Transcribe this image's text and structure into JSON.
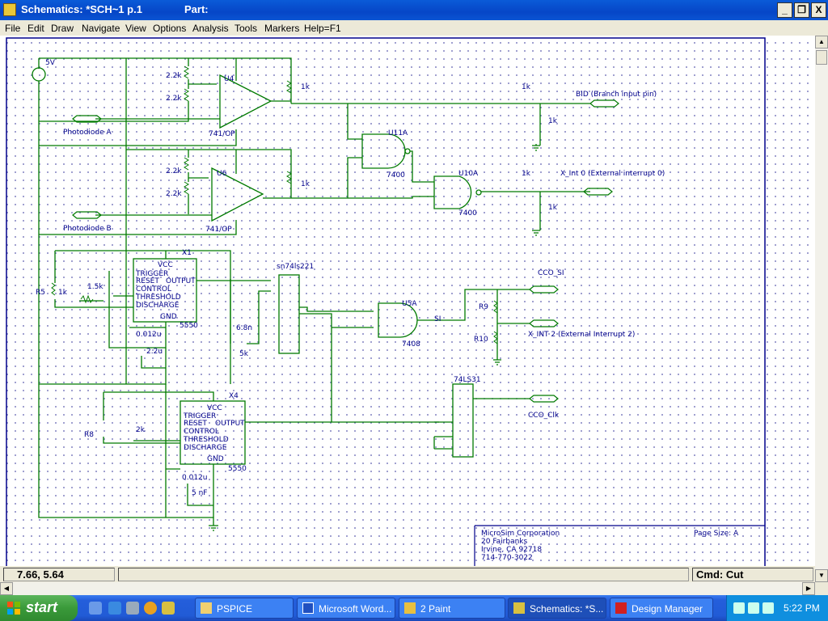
{
  "window": {
    "title": "Schematics: *SCH~1  p.1",
    "part_label": "Part:",
    "minimize_glyph": "_",
    "restore_glyph": "❐",
    "close_glyph": "X"
  },
  "menu": [
    "File",
    "Edit",
    "Draw",
    "Navigate",
    "View",
    "Options",
    "Analysis",
    "Tools",
    "Markers",
    "Help=F1"
  ],
  "schematic": {
    "supply": "5V",
    "labels": {
      "u4": "U4",
      "u6": "U6",
      "opamp_part": "741/OP",
      "u11a": "U11A",
      "u10a": "U10A",
      "u5a": "U5A",
      "x1": "X1",
      "x4": "X4",
      "nand_part": "7400",
      "and_part": "7408",
      "mono_part": "sn74ls221",
      "timer_part": "5550",
      "buffer_part": "74LS31",
      "photodiode_a": "Photodiode A",
      "photodiode_b": "Photodiode B",
      "bid": "BID (Branch input pin)",
      "x_int0": "X_Int 0 (External interrupt 0)",
      "cco_si": "CCO_SI",
      "x_int2": "X_INT 2 (External Interrupt 2)",
      "cco_clk": "CCO_Clk",
      "si_net": "SI",
      "r_2k2": "2.2k",
      "r_1k": "1k",
      "r_1k5": "1.5k",
      "r_2k": "2k",
      "r_5k": "5k",
      "c_012": "0.012u",
      "c_22": "2.2u",
      "c_68n": "6.8n",
      "c_5nf": "5 nF",
      "r5": "R5",
      "r8": "R8",
      "r9": "R9",
      "r10": "R10"
    },
    "timer_pins": [
      "VCC",
      "TRIGGER",
      "RESET",
      "OUTPUT",
      "CONTROL",
      "THRESHOLD",
      "DISCHARGE",
      "GND"
    ],
    "title_block": {
      "company": "MicroSim Corporation",
      "address1": "20 Fairbanks",
      "address2": "Irvine, CA  92718",
      "phone": "714-770-3022",
      "page_size": "Page Size:   A"
    }
  },
  "status": {
    "coordinates": "7.66,  5.64",
    "command_label": "Cmd:",
    "command_value": "Cut"
  },
  "taskbar": {
    "start_label": "start",
    "items": [
      {
        "label": "PSPICE",
        "active": false
      },
      {
        "label": "Microsoft Word...",
        "active": false
      },
      {
        "label": "2 Paint",
        "active": false
      },
      {
        "label": "Schematics: *S...",
        "active": true
      },
      {
        "label": "Design Manager",
        "active": false
      }
    ],
    "clock": "5:22 PM"
  },
  "colors": {
    "wire": "#007a00",
    "title_bar": "#0a5bd8",
    "border": "#00008b"
  }
}
